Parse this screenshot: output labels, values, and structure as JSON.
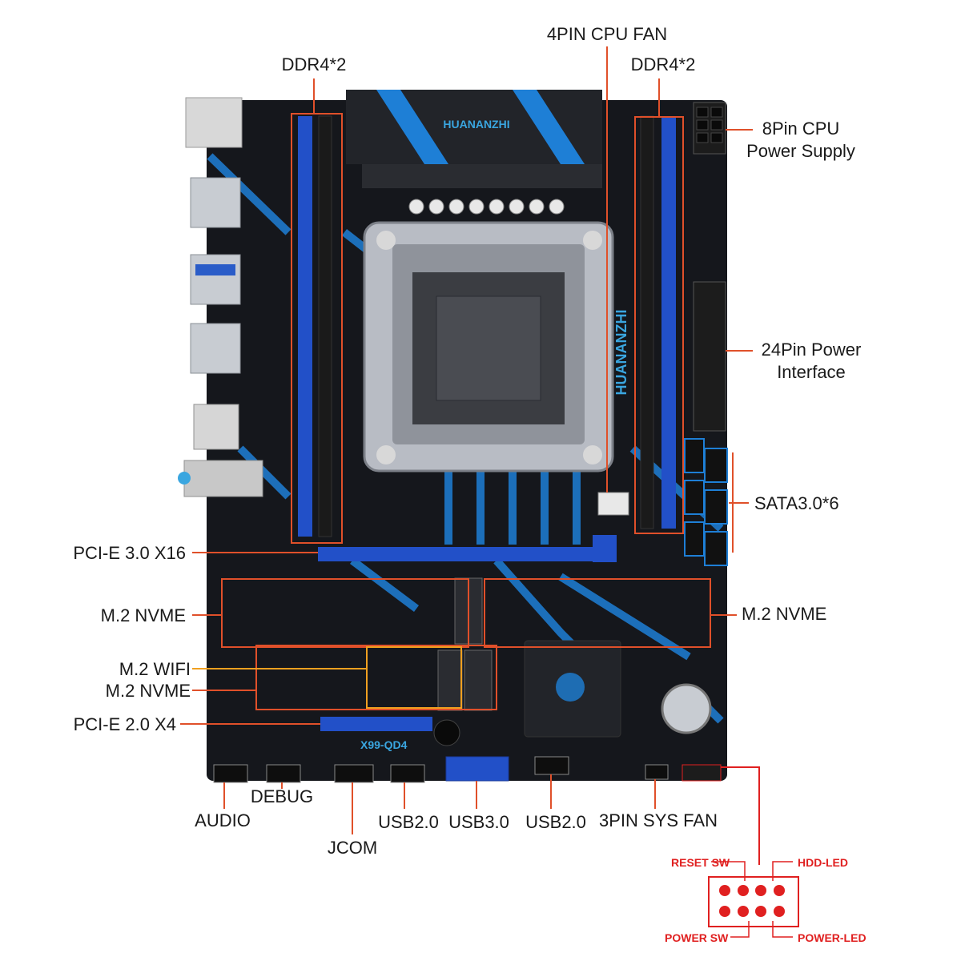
{
  "brand": "HUANANZHI",
  "board_marks": {
    "heatsink_brand": "HUANANZHI",
    "vertical_brand": "HUANANZHI",
    "model": "X99-QD4"
  },
  "labels": {
    "ddr4_left": "DDR4*2",
    "cpu_fan": "4PIN CPU FAN",
    "ddr4_right": "DDR4*2",
    "cpu_power_line1": "8Pin CPU",
    "cpu_power_line2": "Power Supply",
    "atx_power_line1": "24Pin Power",
    "atx_power_line2": "Interface",
    "sata": "SATA3.0*6",
    "pcie_x16": "PCI-E 3.0 X16",
    "m2_nvme_left": "M.2 NVME",
    "m2_nvme_right": "M.2 NVME",
    "m2_wifi": "M.2 WIFI",
    "m2_nvme_lower": "M.2 NVME",
    "pcie_x4": "PCI-E 2.0 X4",
    "debug": "DEBUG",
    "audio": "AUDIO",
    "jcom": "JCOM",
    "usb20_left": "USB2.0",
    "usb30": "USB3.0",
    "usb20_right": "USB2.0",
    "sys_fan": "3PIN SYS FAN"
  },
  "front_panel": {
    "reset_sw": "RESET SW",
    "hdd_led": "HDD-LED",
    "power_sw": "POWER SW",
    "power_led": "POWER-LED"
  },
  "colors": {
    "pcb": "#15171c",
    "accent_blue": "#1e7fd6",
    "slot_blue": "#2250c8",
    "callout_orange": "#e0502a",
    "callout_yellow": "#f0a020",
    "front_panel_red": "#e02020"
  }
}
